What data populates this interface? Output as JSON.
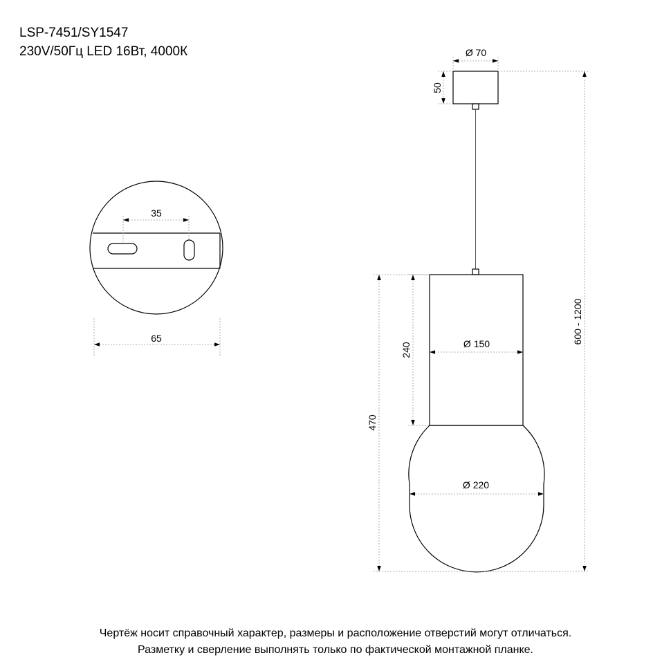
{
  "header": {
    "model": "LSP-7451/SY1547",
    "spec": "230V/50Гц  LED 16Вт, 4000К"
  },
  "dimensions": {
    "canopy_diameter": "Ø 70",
    "canopy_height": "50",
    "total_height": "600 - 1200",
    "shade_height": "240",
    "shade_diameter": "Ø 150",
    "lamp_height": "470",
    "globe_diameter": "Ø 220",
    "bracket_holes": "35",
    "bracket_width": "65"
  },
  "notes": {
    "line1": "Чертёж носит справочный характер, размеры и расположение отверстий могут отличаться.",
    "line2": "Разметку и сверление выполнять только по фактической монтажной планке."
  }
}
